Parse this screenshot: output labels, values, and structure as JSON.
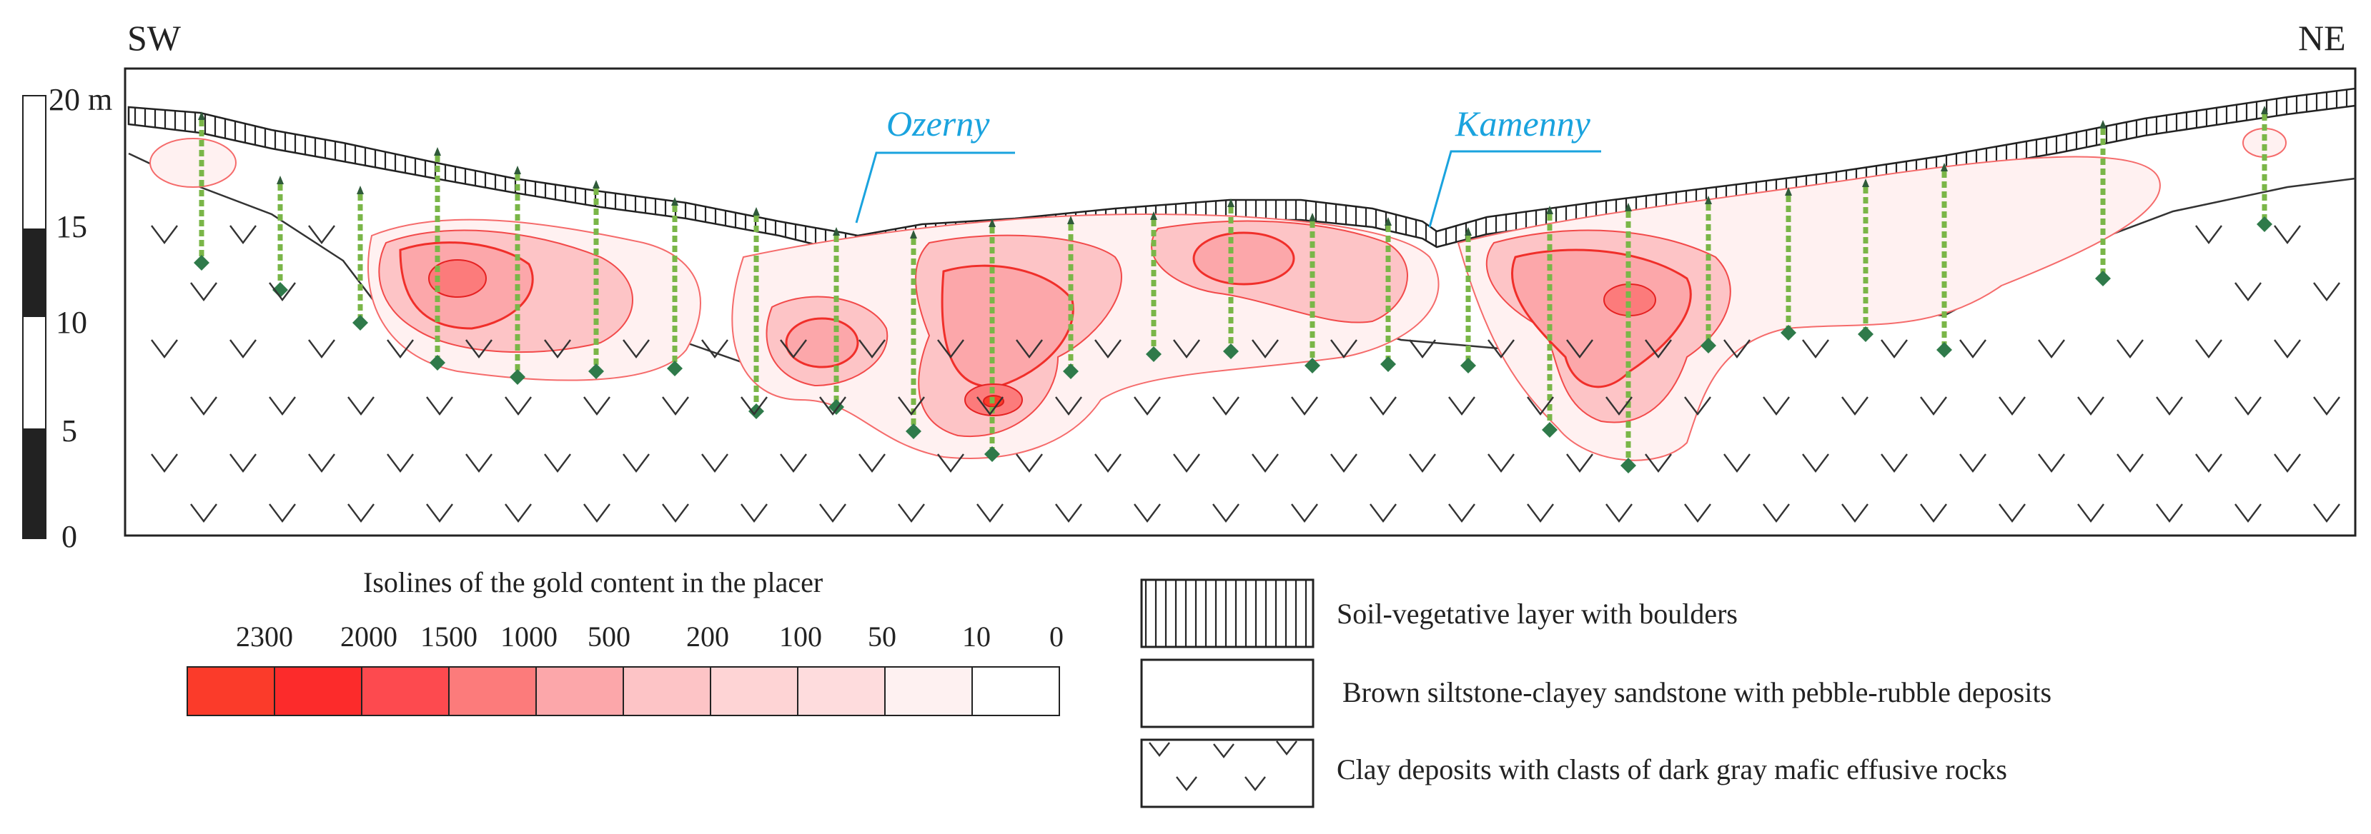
{
  "section": {
    "left_end": "SW",
    "right_end": "NE",
    "scale_ticks": [
      "20 m",
      "15",
      "10",
      "5",
      "0"
    ],
    "place_names": [
      "Ozerny",
      "Kamenny"
    ],
    "colors": {
      "label_blue": "#1aa3de",
      "isoline": "#f0302a",
      "borehole": "#7ab648",
      "borehole_end": "#2f7a4a",
      "rock": "#333333"
    }
  },
  "gold_legend": {
    "title": "Isolines of the gold content in the placer",
    "values": [
      "2300",
      "2000",
      "1500",
      "1000",
      "500",
      "200",
      "100",
      "50",
      "10",
      "0"
    ],
    "colors": [
      "#fb3b2a",
      "#fc2b2b",
      "#fd4a4f",
      "#fc7b7b",
      "#fca7aa",
      "#fdc4c6",
      "#fed4d5",
      "#fedcdd",
      "#fef1f1",
      "#ffffff"
    ]
  },
  "lithology_legend": [
    {
      "pattern": "vertical-hatch",
      "text": "Soil-vegetative layer with boulders"
    },
    {
      "pattern": "blank",
      "text": "Brown siltstone-clayey sandstone with pebble-rubble deposits"
    },
    {
      "pattern": "v-marks",
      "text": "Clay deposits with clasts of dark gray mafic effusive rocks"
    }
  ]
}
